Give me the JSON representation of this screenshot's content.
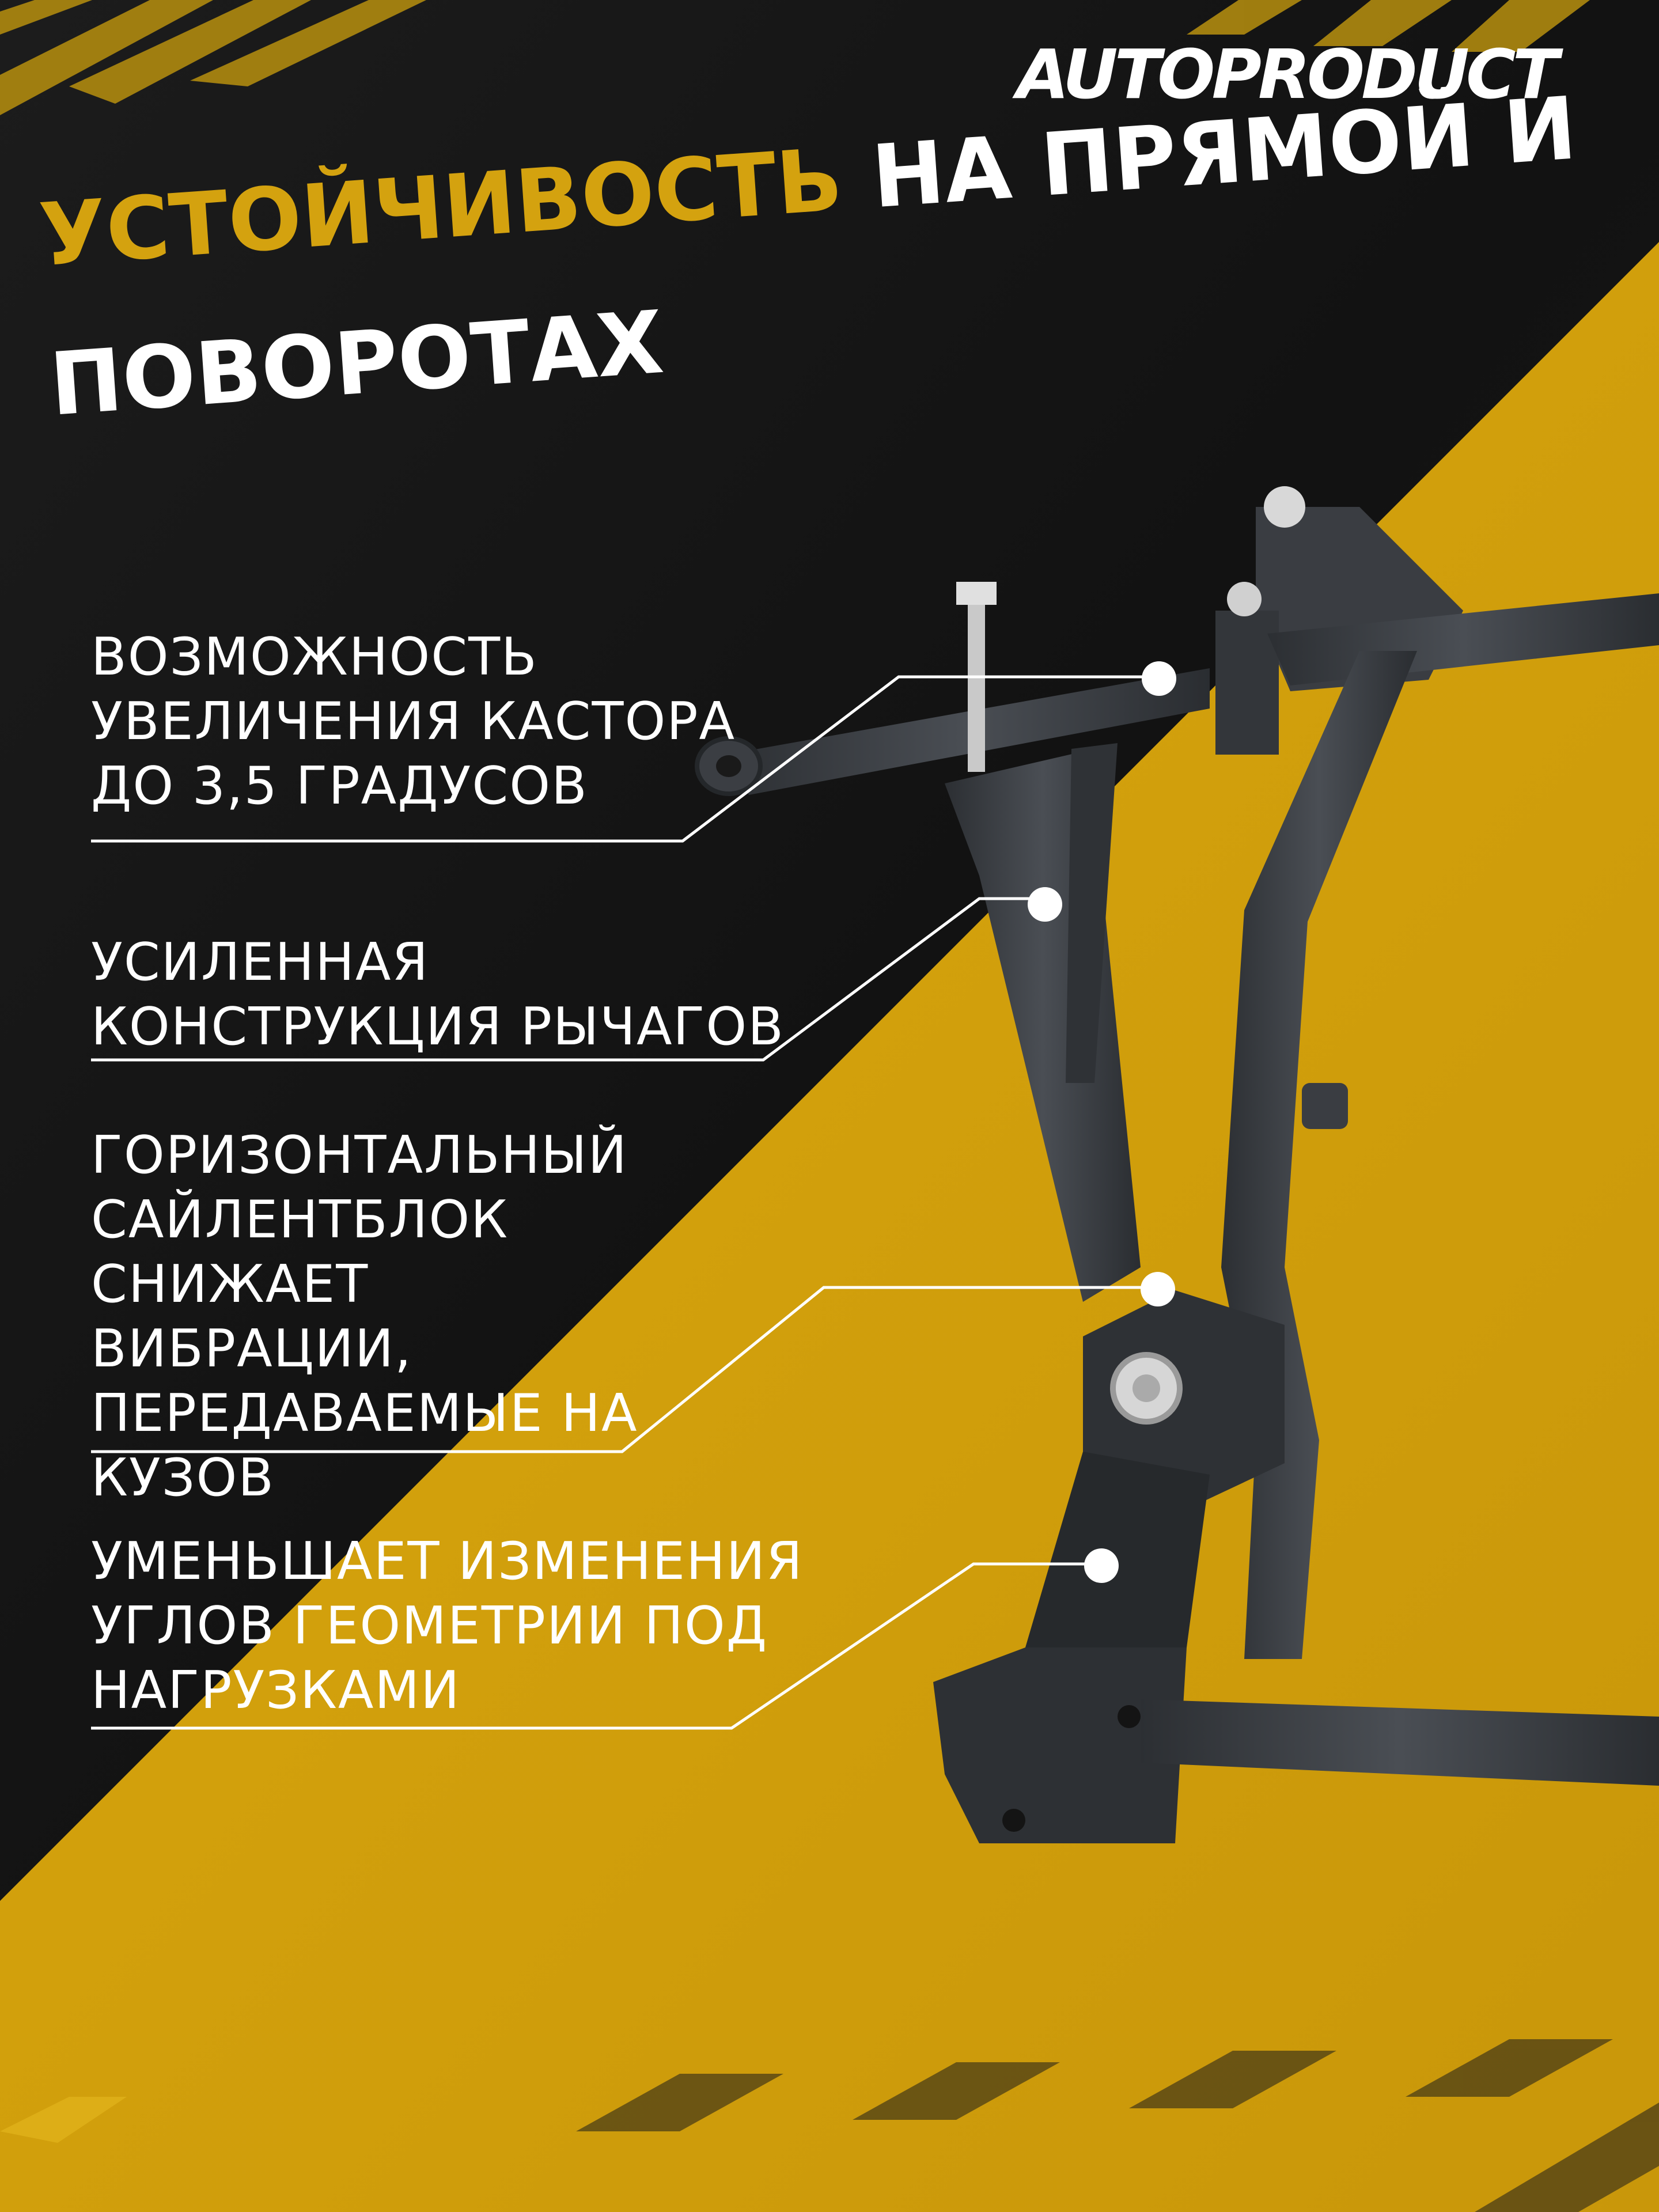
{
  "brand": {
    "name": "AUTOPRODUCT"
  },
  "headline": {
    "accent": "УСТОЙЧИВОСТЬ",
    "rest_line1": "НА ПРЯМОЙ И",
    "rest_line2": "ПОВОРОТАХ"
  },
  "features": [
    {
      "text": "ВОЗМОЖНОСТЬ\nУВЕЛИЧЕНИЯ КАСТОРА\nДО 3,5 ГРАДУСОВ"
    },
    {
      "text": "УСИЛЕННАЯ\nКОНСТРУКЦИЯ РЫЧАГОВ"
    },
    {
      "text": "ГОРИЗОНТАЛЬНЫЙ\nСАЙЛЕНТБЛОК\nСНИЖАЕТ ВИБРАЦИИ,\nПЕРЕДАВАЕМЫЕ НА\nКУЗОВ"
    },
    {
      "text": "УМЕНЬШАЕТ ИЗМЕНЕНИЯ\nУГЛОВ ГЕОМЕТРИИ ПОД\nНАГРУЗКАМИ"
    }
  ],
  "colors": {
    "accent_yellow": "#d4a20f",
    "background_dark": "#151515",
    "text": "#ffffff",
    "frame_gray": "#3d4146"
  },
  "icons": {
    "product": "suspension-subframe-image",
    "decor": "hazard-stripes"
  }
}
